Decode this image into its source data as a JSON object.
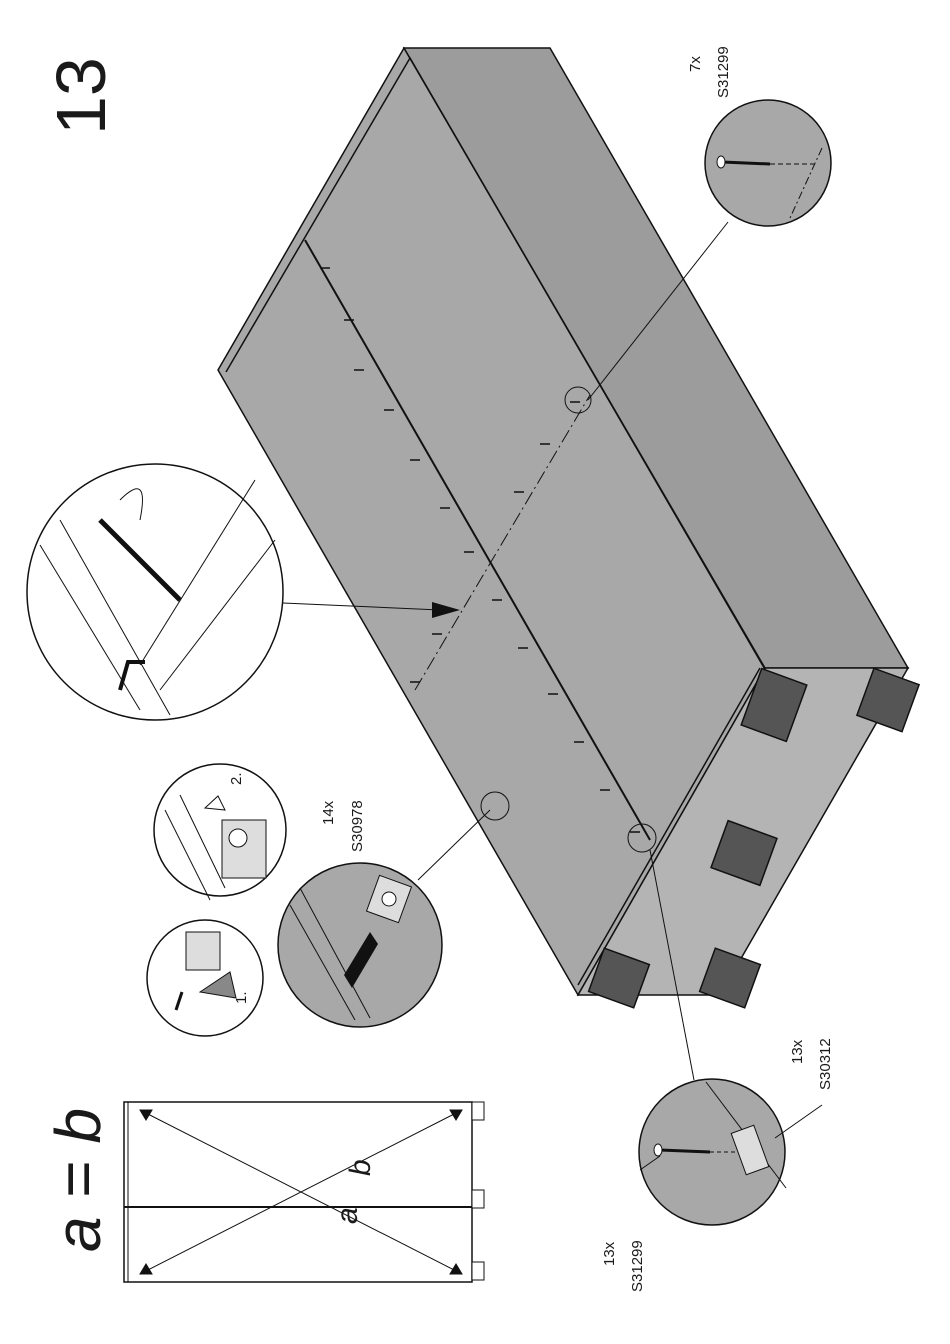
{
  "step": {
    "number": "13"
  },
  "formula": {
    "text": "a = b",
    "label_a": "a",
    "label_b": "b"
  },
  "callouts": {
    "top_nail": {
      "qty": "7x",
      "part": "S31299"
    },
    "cam_fitting": {
      "qty": "14x",
      "part": "S30978"
    },
    "bottom_nail": {
      "qty": "13x",
      "part": "S31299"
    },
    "bottom_plate": {
      "qty": "13x",
      "part": "S30312"
    }
  },
  "steps": {
    "first": "1.",
    "second": "2."
  },
  "colors": {
    "panel": "#a8a8a8",
    "panel_dark": "#8e8e8e",
    "line": "#111111"
  }
}
